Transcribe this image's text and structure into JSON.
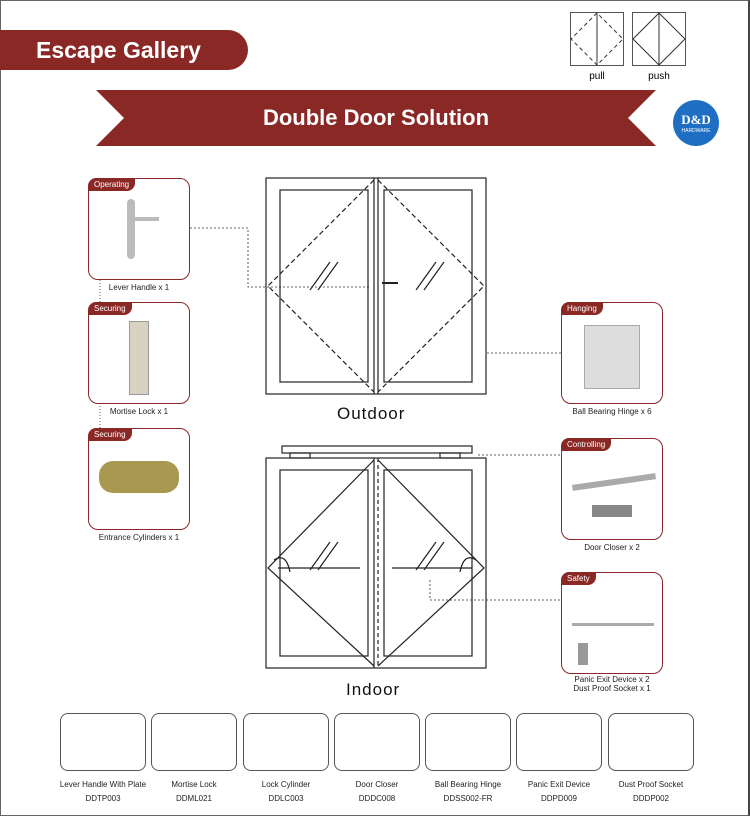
{
  "header": {
    "title": "Escape Gallery",
    "banner": "Double Door Solution",
    "logo_line1": "D&D",
    "logo_line2": "HARDWARE"
  },
  "legend": {
    "pull": "pull",
    "push": "push"
  },
  "door_labels": {
    "outdoor": "Outdoor",
    "indoor": "Indoor"
  },
  "left_cards": [
    {
      "tag": "Operating",
      "caption": "Lever Handle x 1"
    },
    {
      "tag": "Securing",
      "caption": "Mortise Lock x 1"
    },
    {
      "tag": "Securing",
      "caption": "Entrance Cylinders x 1"
    }
  ],
  "right_cards": [
    {
      "tag": "Hanging",
      "caption": "Ball Bearing Hinge x 6"
    },
    {
      "tag": "Controlling",
      "caption": "Door Closer x 2"
    },
    {
      "tag": "Safety",
      "caption": "Panic Exit Device x 2",
      "caption2": "Dust  Proof Socket  x 1"
    }
  ],
  "products": [
    {
      "name": "Lever Handle With Plate",
      "code": "DDTP003"
    },
    {
      "name": "Mortise Lock",
      "code": "DDML021"
    },
    {
      "name": "Lock Cylinder",
      "code": "DDLC003"
    },
    {
      "name": "Door Closer",
      "code": "DDDC008"
    },
    {
      "name": "Ball Bearing Hinge",
      "code": "DDSS002-FR"
    },
    {
      "name": "Panic Exit Device",
      "code": "DDPD009"
    },
    {
      "name": "Dust Proof Socket",
      "code": "DDDP002"
    }
  ],
  "colors": {
    "brand": "#8a2826",
    "logo": "#1e6fc4"
  }
}
